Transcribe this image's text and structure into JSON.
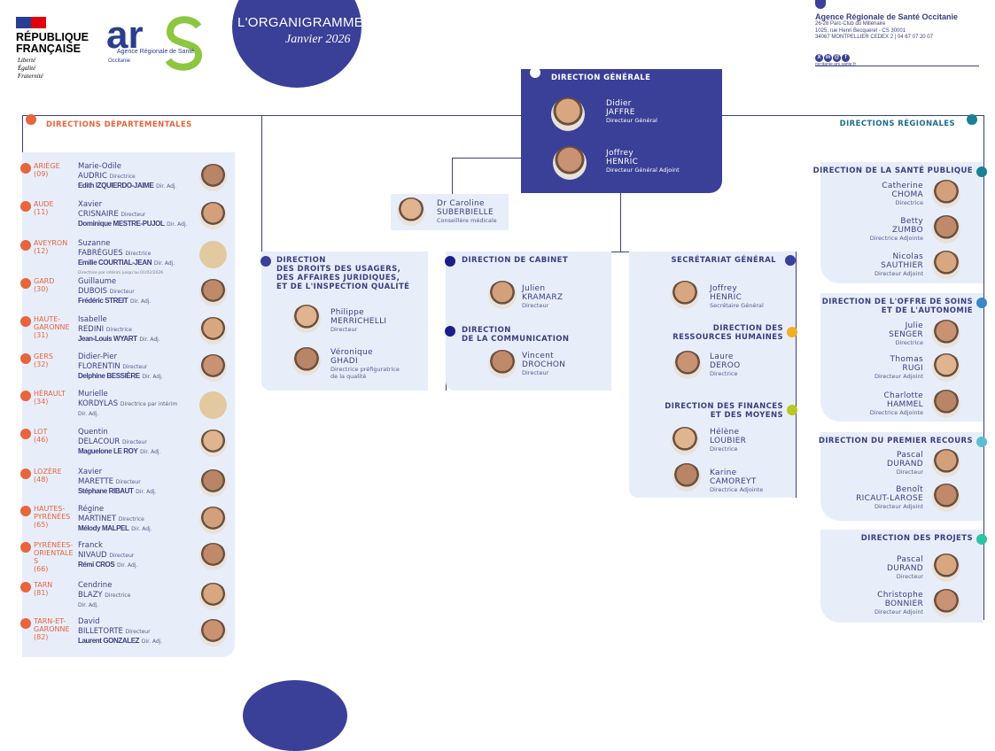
{
  "header": {
    "rf": {
      "name_line1": "RÉPUBLIQUE",
      "name_line2": "FRANÇAISE",
      "motto": [
        "Liberté",
        "Égalité",
        "Fraternité"
      ]
    },
    "ars": {
      "logo_text": "ars",
      "agency": "Agence Régionale de Santé",
      "region": "Occitanie"
    },
    "title": "L'ORGANIGRAMME",
    "subtitle": "Janvier 2026",
    "address": {
      "org": "Agence Régionale de Santé Occitanie",
      "lines": [
        "26-28 Parc-Club du Millénaire",
        "1025, rue Henri Becquerel - CS 30001",
        "34067 MONTPELLIER CEDEX 2 | 04 67 07 20 07"
      ],
      "social": [
        "X",
        "in",
        "@",
        "f"
      ],
      "website": "occitanie.ars.sante.fr"
    }
  },
  "direction_generale": {
    "title": "DIRECTION GÉNÉRALE",
    "people": [
      {
        "first": "Didier",
        "last": "JAFFRE",
        "role": "Directeur Général"
      },
      {
        "first": "Joffrey",
        "last": "HENRIC",
        "role": "Directeur Général Adjoint"
      }
    ]
  },
  "conseillere": {
    "first": "Dr Caroline",
    "last": "SUBERBIELLE",
    "role": "Conseillère médicale"
  },
  "departementales": {
    "title": "DIRECTIONS DÉPARTEMENTALES",
    "items": [
      {
        "dept": "ARIÈGE",
        "code": "(09)",
        "first": "Marie-Odile",
        "last": "AUDRIC",
        "role": "Directrice",
        "adj": "Edith IZQUIERDO-JAIME",
        "adj_role": "Dir. Adj."
      },
      {
        "dept": "AUDE",
        "code": "(11)",
        "first": "Xavier",
        "last": "CRISNAIRE",
        "role": "Directeur",
        "adj": "Dominique MESTRE-PUJOL",
        "adj_role": "Dir. Adj."
      },
      {
        "dept": "AVEYRON",
        "code": "(12)",
        "first": "Suzanne",
        "last": "FABRÈGUES",
        "role": "Directrice",
        "adj": "Emilie COURTIAL-JEAN",
        "adj_role": "Dir. Adj.",
        "note": "Directrice par intérim jusqu'au 01/02/2026"
      },
      {
        "dept": "GARD",
        "code": "(30)",
        "first": "Guillaume",
        "last": "DUBOIS",
        "role": "Directeur",
        "adj": "Frédéric STREIT",
        "adj_role": "Dir. Adj."
      },
      {
        "dept": "HAUTE-GARONNE",
        "code": "(31)",
        "first": "Isabelle",
        "last": "REDINI",
        "role": "Directrice",
        "adj": "Jean-Louis WYART",
        "adj_role": "Dir. Adj."
      },
      {
        "dept": "GERS",
        "code": "(32)",
        "first": "Didier-Pier",
        "last": "FLORENTIN",
        "role": "Directeur",
        "adj": "Delphine BESSIÈRE",
        "adj_role": "Dir. Adj."
      },
      {
        "dept": "HÉRAULT",
        "code": "(34)",
        "first": "Murielle",
        "last": "KORDYLAS",
        "role": "Directrice par intérim",
        "adj": "",
        "adj_role": "Dir. Adj."
      },
      {
        "dept": "LOT",
        "code": "(46)",
        "first": "Quentin",
        "last": "DELACOUR",
        "role": "Directeur",
        "adj": "Maguelone LE ROY",
        "adj_role": "Dir. Adj."
      },
      {
        "dept": "LOZÈRE",
        "code": "(48)",
        "first": "Xavier",
        "last": "MARETTE",
        "role": "Directeur",
        "adj": "Stéphane RIBAUT",
        "adj_role": "Dir. Adj."
      },
      {
        "dept": "HAUTES-PYRÉNÉES",
        "code": "(65)",
        "first": "Régine",
        "last": "MARTINET",
        "role": "Directrice",
        "adj": "Mélody MALPEL",
        "adj_role": "Dir. Adj."
      },
      {
        "dept": "PYRÉNÉES-ORIENTALES",
        "code": "(66)",
        "first": "Franck",
        "last": "NIVAUD",
        "role": "Directeur",
        "adj": "Rémi CROS",
        "adj_role": "Dir. Adj."
      },
      {
        "dept": "TARN",
        "code": "(81)",
        "first": "Cendrine",
        "last": "BLAZY",
        "role": "Directrice",
        "adj": "",
        "adj_role": "Dir. Adj."
      },
      {
        "dept": "TARN-ET-GARONNE",
        "code": "(82)",
        "first": "David",
        "last": "BILLETORTE",
        "role": "Directeur",
        "adj": "Laurent GONZALEZ",
        "adj_role": "Dir. Adj."
      }
    ]
  },
  "droits": {
    "title": "DIRECTION\nDES DROITS DES USAGERS,\nDES AFFAIRES JURIDIQUES,\nET DE L'INSPECTION QUALITÉ",
    "people": [
      {
        "first": "Philippe",
        "last": "MERRICHELLI",
        "role": "Directeur"
      },
      {
        "first": "Véronique",
        "last": "GHADI",
        "role": "Directrice préfiguratrice de la qualité"
      }
    ]
  },
  "cabinet": {
    "title": "DIRECTION DE CABINET",
    "people": [
      {
        "first": "Julien",
        "last": "KRAMARZ",
        "role": "Directeur"
      }
    ]
  },
  "communication": {
    "title": "DIRECTION\nDE LA COMMUNICATION",
    "people": [
      {
        "first": "Vincent",
        "last": "DROCHON",
        "role": "Directeur"
      }
    ]
  },
  "secretariat": {
    "title": "SECRÉTARIAT GÉNÉRAL",
    "people": [
      {
        "first": "Joffrey",
        "last": "HENRIC",
        "role": "Secrétaire Général"
      }
    ]
  },
  "rh": {
    "title": "DIRECTION DES\nRESSOURCES HUMAINES",
    "people": [
      {
        "first": "Laure",
        "last": "DEROO",
        "role": "Directrice"
      }
    ]
  },
  "finances": {
    "title": "DIRECTION DES FINANCES\nET DES MOYENS",
    "people": [
      {
        "first": "Hélène",
        "last": "LOUBIER",
        "role": "Directrice"
      },
      {
        "first": "Karine",
        "last": "CAMOREYT",
        "role": "Directrice Adjointe"
      }
    ]
  },
  "regionales": {
    "title": "DIRECTIONS RÉGIONALES",
    "blocks": [
      {
        "title": "DIRECTION DE LA SANTÉ PUBLIQUE",
        "people": [
          {
            "first": "Catherine",
            "last": "CHOMA",
            "role": "Directrice"
          },
          {
            "first": "Betty",
            "last": "ZUMBO",
            "role": "Directrice Adjointe"
          },
          {
            "first": "Nicolas",
            "last": "SAUTHIER",
            "role": "Directeur Adjoint"
          }
        ]
      },
      {
        "title": "DIRECTION DE L'OFFRE DE SOINS\nET DE L'AUTONOMIE",
        "people": [
          {
            "first": "Julie",
            "last": "SENGER",
            "role": "Directrice"
          },
          {
            "first": "Thomas",
            "last": "RUGI",
            "role": "Directeur Adjoint"
          },
          {
            "first": "Charlotte",
            "last": "HAMMEL",
            "role": "Directrice Adjointe"
          }
        ]
      },
      {
        "title": "DIRECTION DU PREMIER RECOURS",
        "people": [
          {
            "first": "Pascal",
            "last": "DURAND",
            "role": "Directeur"
          },
          {
            "first": "Benoît",
            "last": "RICAUT-LAROSE",
            "role": "Directeur Adjoint"
          }
        ]
      },
      {
        "title": "DIRECTION DES PROJETS",
        "people": [
          {
            "first": "Pascal",
            "last": "DURAND",
            "role": "Directeur"
          },
          {
            "first": "Christophe",
            "last": "BONNIER",
            "role": "Directeur Adjoint"
          }
        ]
      }
    ]
  },
  "colors": {
    "primary": "#3a3f97",
    "orange": "#e8643c",
    "panel": "#e7eefa",
    "cabinet_dot": "#1a1f8a",
    "rh_dot": "#f0b020",
    "finances_dot": "#b8c820",
    "sante_publique_dot": "#1b7f95",
    "offre_soins_dot": "#3a86c8",
    "premier_recours_dot": "#5bbed0",
    "projets_dot": "#2ec4a6"
  }
}
